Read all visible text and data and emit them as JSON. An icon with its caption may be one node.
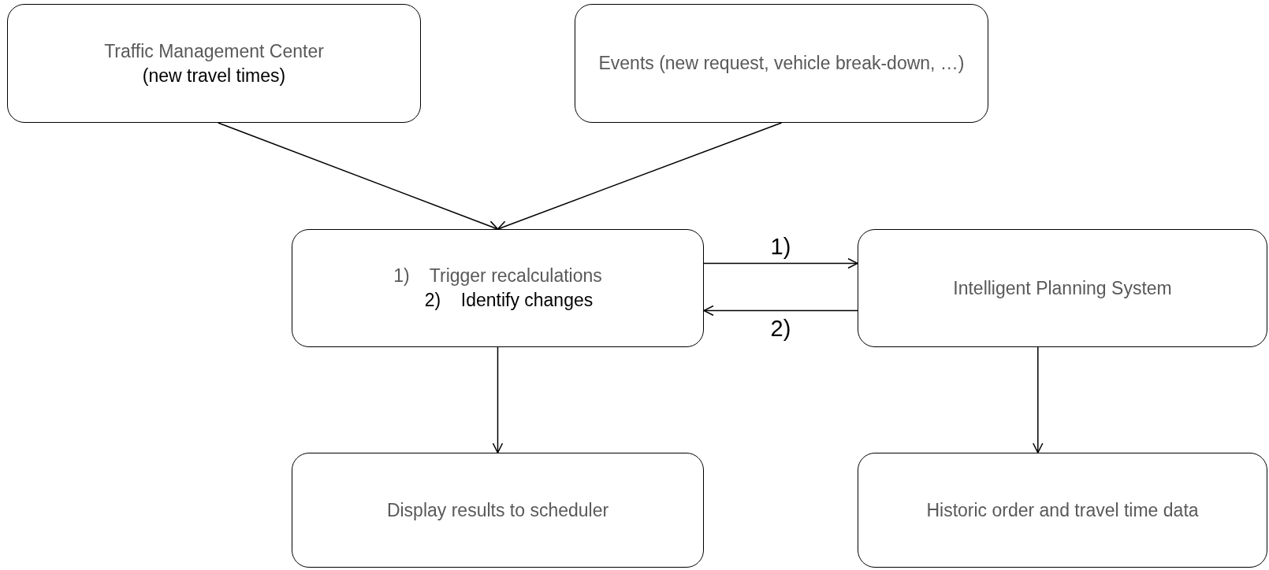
{
  "diagram": {
    "nodes": [
      {
        "text": [
          "Traffic Management Center",
          "(new travel times)"
        ]
      },
      {
        "text": [
          "Events (new request, vehicle break-down, …)"
        ]
      },
      {
        "text": [
          "1)    Trigger recalculations",
          "2)    Identify changes"
        ]
      },
      {
        "text": [
          "Intelligent Planning System"
        ]
      },
      {
        "text": [
          "Display results to scheduler"
        ]
      },
      {
        "text": [
          "Historic order and travel time data"
        ]
      }
    ],
    "edges": [
      {
        "from": 0,
        "to": 2,
        "arrow": "to"
      },
      {
        "from": 1,
        "to": 2,
        "arrow": "to"
      },
      {
        "from": 2,
        "to": 3,
        "arrow": "to",
        "label": "1)"
      },
      {
        "from": 3,
        "to": 2,
        "arrow": "to",
        "label": "2)"
      },
      {
        "from": 2,
        "to": 4,
        "arrow": "to"
      },
      {
        "from": 3,
        "to": 5,
        "arrow": "to"
      }
    ]
  }
}
